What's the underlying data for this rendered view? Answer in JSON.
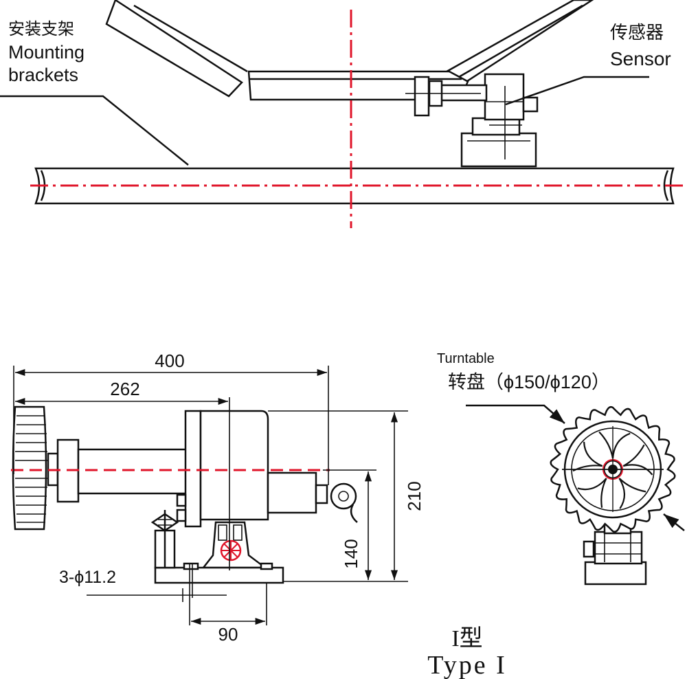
{
  "labels": {
    "mounting_cn": "安装支架",
    "mounting_en1": "Mounting",
    "mounting_en2": "brackets",
    "sensor_cn": "传感器",
    "sensor_en": "Sensor",
    "turntable_en": "Turntable",
    "turntable_cn": "转盘（ϕ150/ϕ120）",
    "type_cn": "I型",
    "type_en": "Type I"
  },
  "dimensions": {
    "d400": "400",
    "d262": "262",
    "d210": "210",
    "d140": "140",
    "d90": "90",
    "holes": "3-ϕ11.2"
  },
  "colors": {
    "line": "#111111",
    "centerline": "#e0152a"
  }
}
